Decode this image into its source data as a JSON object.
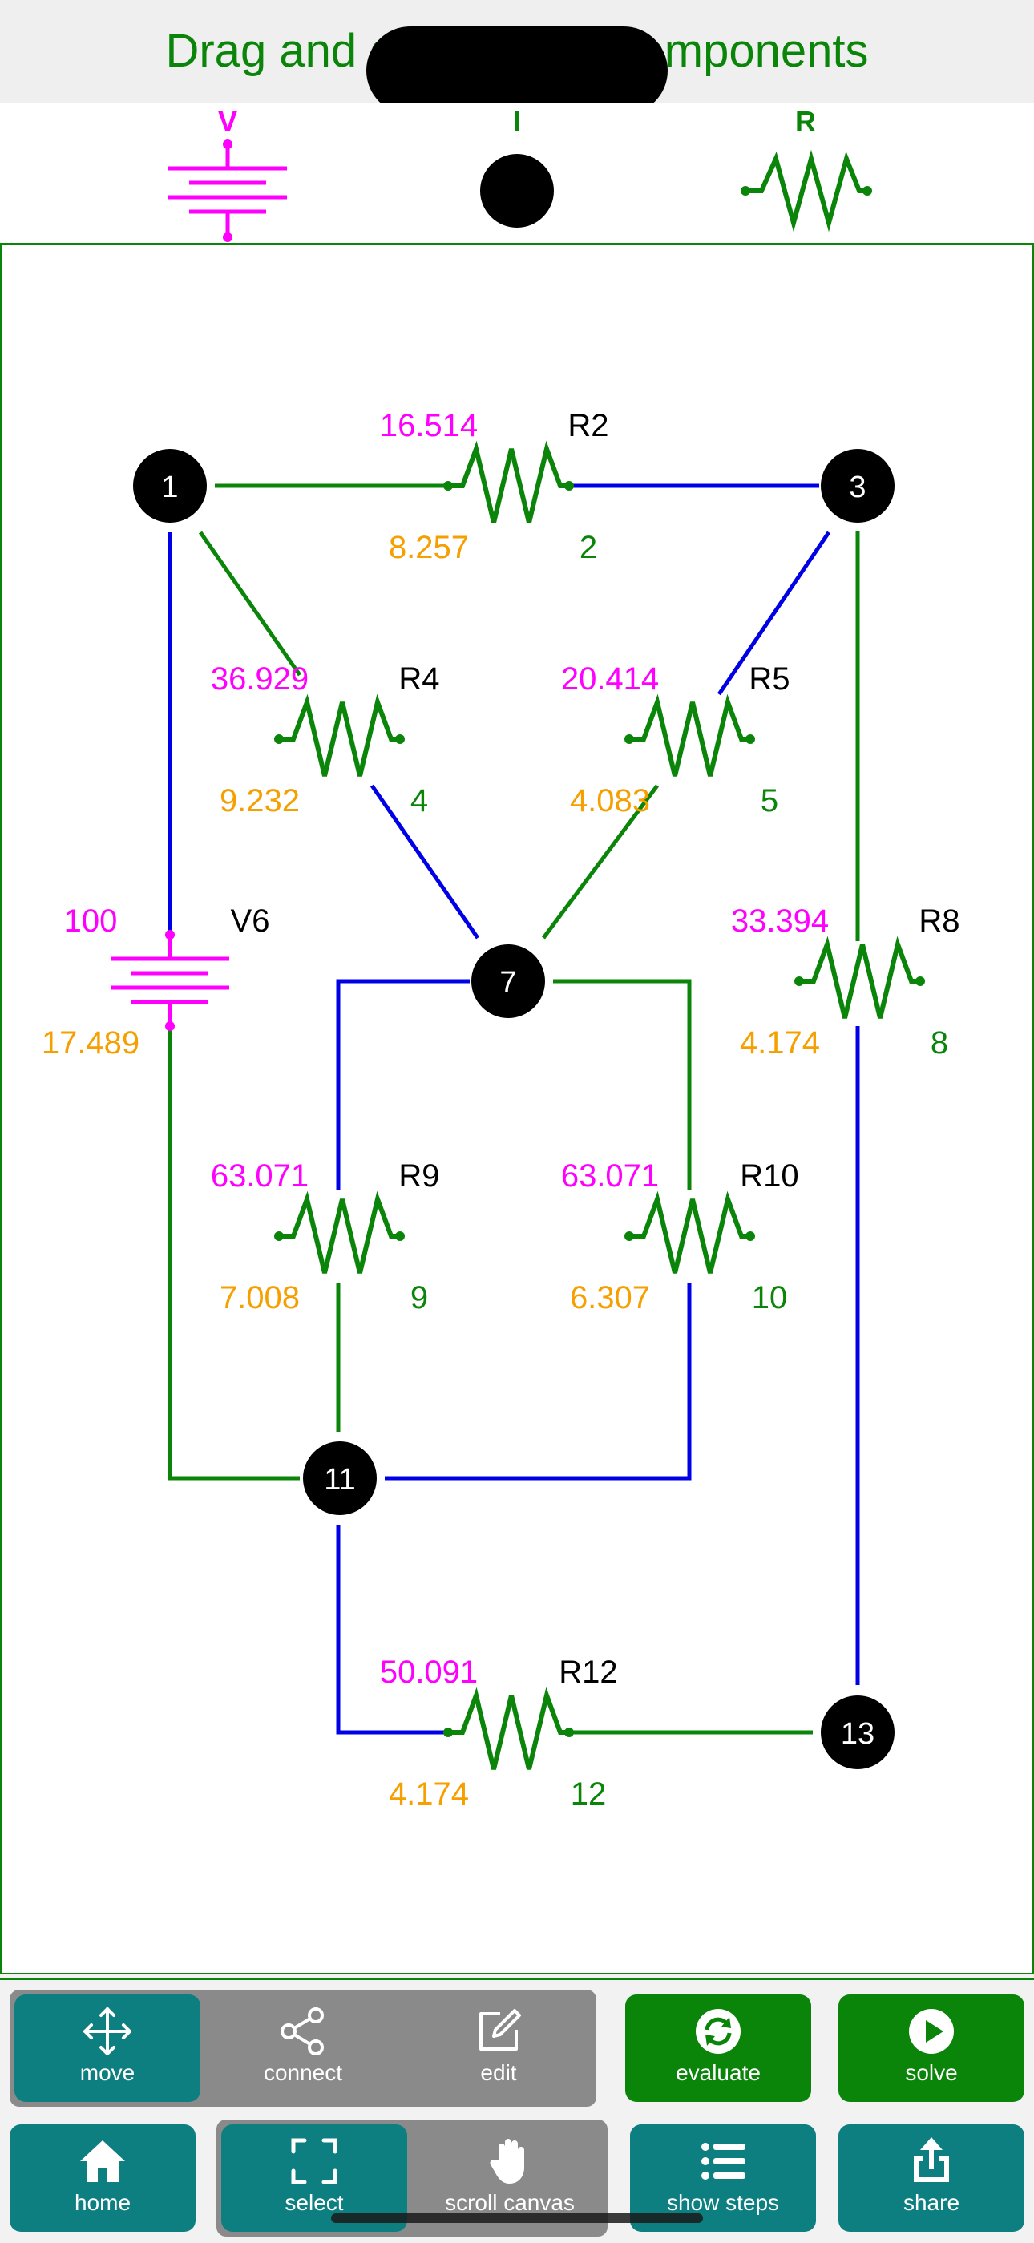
{
  "header": {
    "title": "Drag and drop nodes/components"
  },
  "palette": {
    "voltage_label": "V",
    "node_label": "I",
    "resistor_label": "R"
  },
  "colors": {
    "green": "#0a850a",
    "blue": "#0000e6",
    "magenta": "#ff00ff",
    "orange": "#f5a000",
    "teal": "#0e7f80",
    "gray": "#8a8a8a"
  },
  "circuit": {
    "nodes": [
      {
        "id": "1",
        "label": "1"
      },
      {
        "id": "3",
        "label": "3"
      },
      {
        "id": "7",
        "label": "7"
      },
      {
        "id": "11",
        "label": "11"
      },
      {
        "id": "13",
        "label": "13"
      }
    ],
    "components": [
      {
        "name": "R2",
        "id_label": "2",
        "top_value": "16.514",
        "bottom_value": "8.257"
      },
      {
        "name": "R4",
        "id_label": "4",
        "top_value": "36.929",
        "bottom_value": "9.232"
      },
      {
        "name": "R5",
        "id_label": "5",
        "top_value": "20.414",
        "bottom_value": "4.083"
      },
      {
        "name": "V6",
        "id_label": "",
        "top_value": "100",
        "bottom_value": "17.489"
      },
      {
        "name": "R8",
        "id_label": "8",
        "top_value": "33.394",
        "bottom_value": "4.174"
      },
      {
        "name": "R9",
        "id_label": "9",
        "top_value": "63.071",
        "bottom_value": "7.008"
      },
      {
        "name": "R10",
        "id_label": "10",
        "top_value": "63.071",
        "bottom_value": "6.307"
      },
      {
        "name": "R12",
        "id_label": "12",
        "top_value": "50.091",
        "bottom_value": "4.174"
      }
    ]
  },
  "toolbar": {
    "move": "move",
    "connect": "connect",
    "edit": "edit",
    "evaluate": "evaluate",
    "solve": "solve",
    "home": "home",
    "select": "select",
    "scroll_canvas": "scroll canvas",
    "show_steps": "show steps",
    "share": "share"
  }
}
